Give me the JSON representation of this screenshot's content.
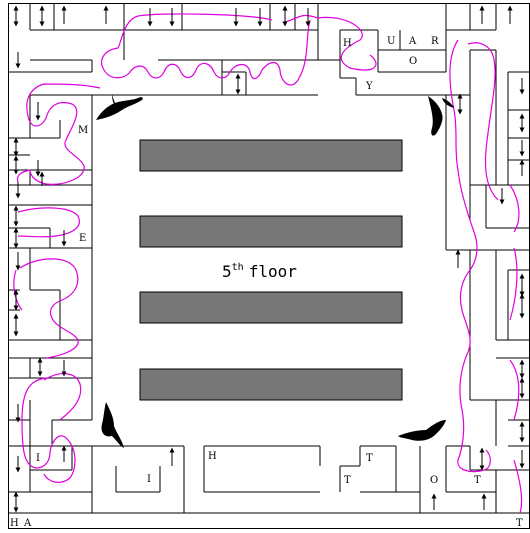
{
  "floor": {
    "number": "5",
    "suffix": "th",
    "word": "floor"
  },
  "colors": {
    "wall": "#000000",
    "bench": "#777777",
    "path": "#e000e0",
    "bird": "#000000"
  },
  "room_letters": [
    {
      "id": "h1",
      "text": "H"
    },
    {
      "id": "u",
      "text": "U"
    },
    {
      "id": "a1",
      "text": "A"
    },
    {
      "id": "r",
      "text": "R"
    },
    {
      "id": "o1",
      "text": "O"
    },
    {
      "id": "y",
      "text": "Y"
    },
    {
      "id": "m",
      "text": "M"
    },
    {
      "id": "e",
      "text": "E"
    },
    {
      "id": "i1",
      "text": "I"
    },
    {
      "id": "i2",
      "text": "I"
    },
    {
      "id": "h2",
      "text": "H"
    },
    {
      "id": "t1",
      "text": "T"
    },
    {
      "id": "t2",
      "text": "T"
    },
    {
      "id": "o2",
      "text": "O"
    },
    {
      "id": "t3",
      "text": "T"
    },
    {
      "id": "h3",
      "text": "H"
    },
    {
      "id": "a2",
      "text": "A"
    },
    {
      "id": "t4",
      "text": "T"
    }
  ],
  "icons": [
    "goose-icon",
    "up-arrow-icon",
    "down-arrow-icon",
    "updown-arrow-icon"
  ]
}
